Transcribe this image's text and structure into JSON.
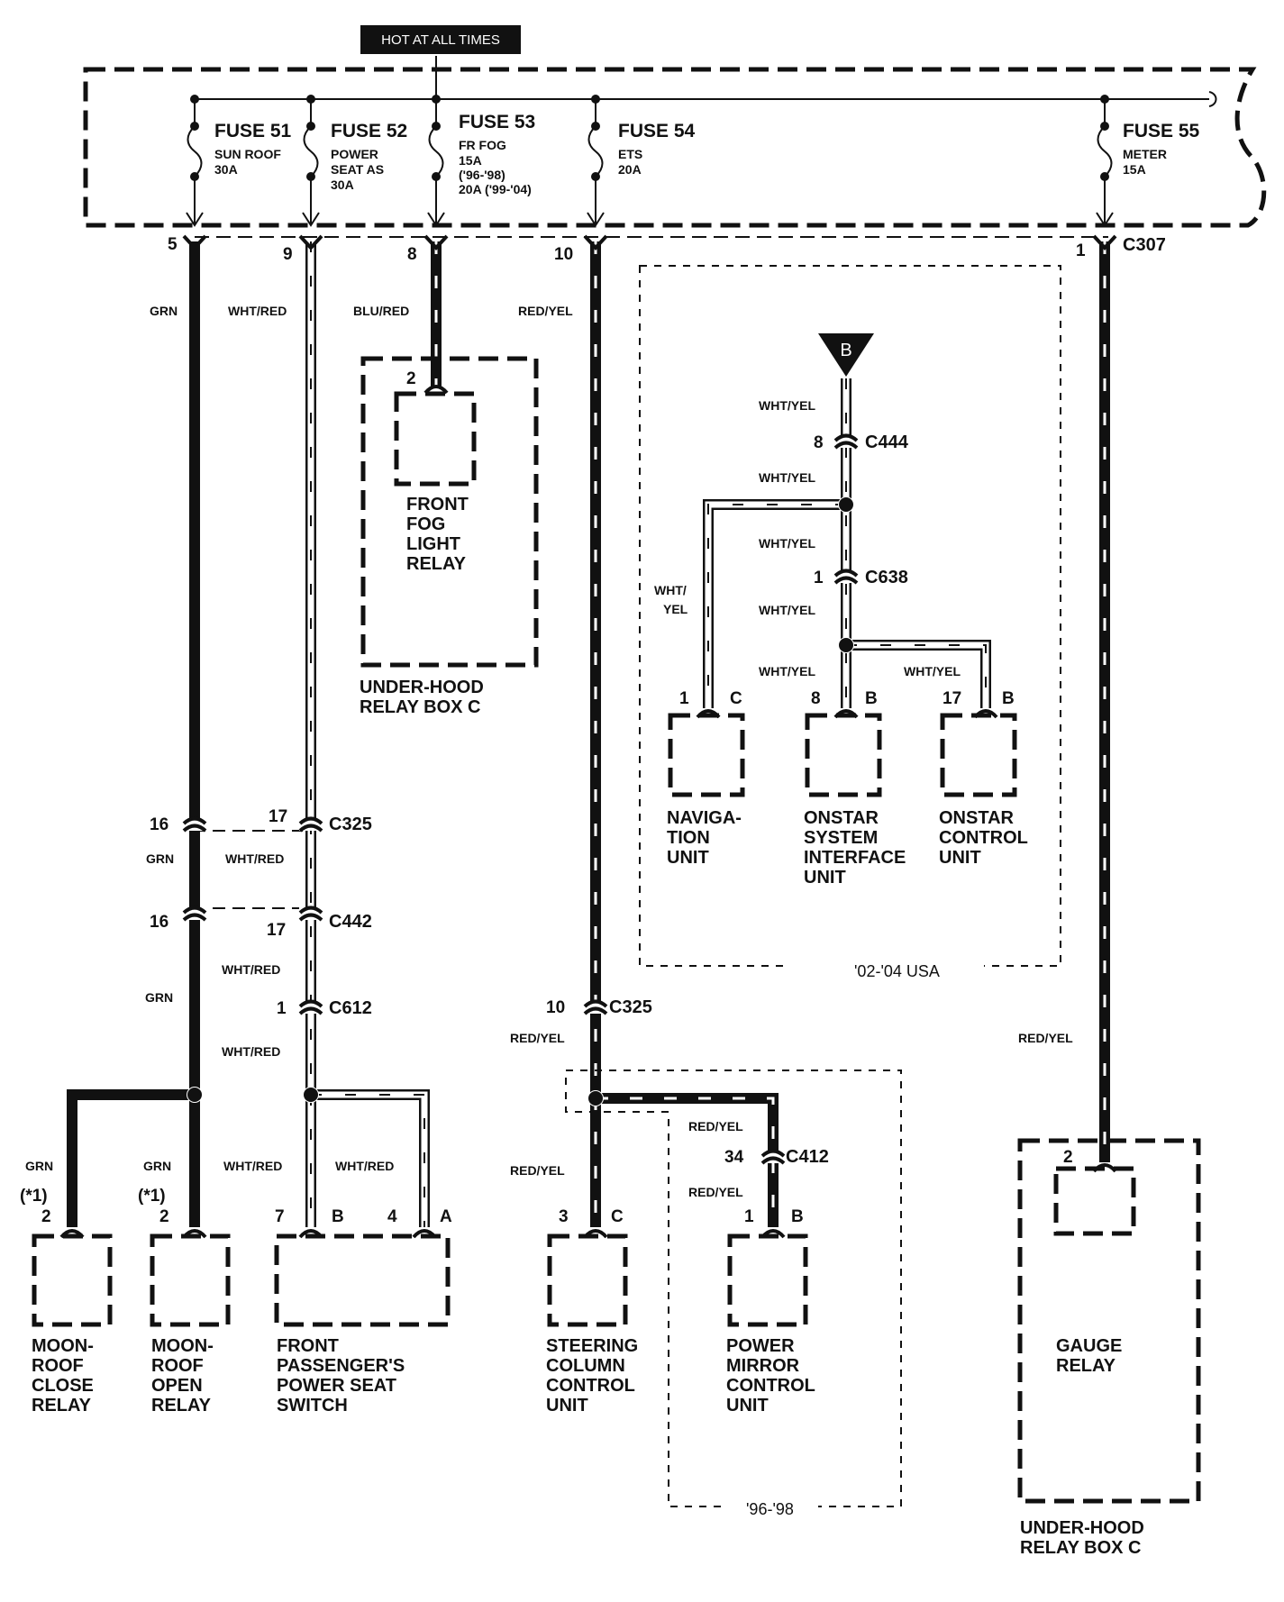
{
  "header": {
    "hot_label": "HOT AT ALL TIMES"
  },
  "fuses": [
    {
      "name": "FUSE 51",
      "desc": [
        "SUN ROOF",
        "30A"
      ]
    },
    {
      "name": "FUSE 52",
      "desc": [
        "POWER",
        "SEAT AS",
        "30A"
      ]
    },
    {
      "name": "FUSE 53",
      "desc": [
        "FR FOG",
        "15A",
        "('96-'98)",
        "20A ('99-'04)"
      ]
    },
    {
      "name": "FUSE 54",
      "desc": [
        "ETS",
        "20A"
      ]
    },
    {
      "name": "FUSE 55",
      "desc": [
        "METER",
        "15A"
      ]
    }
  ],
  "fuse_box_connector": {
    "name": "C307",
    "pins": [
      "5",
      "9",
      "8",
      "10",
      "1"
    ]
  },
  "wires": {
    "grn": "GRN",
    "wht_red": "WHT/RED",
    "blu_red": "BLU/RED",
    "red_yel": "RED/YEL",
    "wht_yel": "WHT/YEL",
    "wht_yel_split": [
      "WHT/",
      "YEL"
    ]
  },
  "connectors": {
    "c325_grn_pin": "16",
    "c325_wr_pin": "17",
    "c325": "C325",
    "c442_grn_pin": "16",
    "c442_wr_pin": "17",
    "c442": "C442",
    "c612_pin": "1",
    "c612": "C612",
    "c325_ry_pin": "10",
    "c412_pin": "34",
    "c412": "C412",
    "c444_pin": "8",
    "c444": "C444",
    "c638_pin": "1",
    "c638": "C638"
  },
  "ground_ref": {
    "letter": "B"
  },
  "components": {
    "fog_relay": {
      "pin": "2",
      "label": [
        "FRONT",
        "FOG",
        "LIGHT",
        "RELAY"
      ],
      "box": [
        "UNDER-HOOD",
        "RELAY BOX C"
      ]
    },
    "moonroof_close": {
      "note": "(*1)",
      "pin": "2",
      "label": [
        "MOON-",
        "ROOF",
        "CLOSE",
        "RELAY"
      ]
    },
    "moonroof_open": {
      "note": "(*1)",
      "pin": "2",
      "label": [
        "MOON-",
        "ROOF",
        "OPEN",
        "RELAY"
      ]
    },
    "seat_switch": {
      "pin1": "7",
      "conn1": "B",
      "pin2": "4",
      "conn2": "A",
      "label": [
        "FRONT",
        "PASSENGER'S",
        "POWER SEAT",
        "SWITCH"
      ]
    },
    "steering_unit": {
      "pin": "3",
      "conn": "C",
      "label": [
        "STEERING",
        "COLUMN",
        "CONTROL",
        "UNIT"
      ]
    },
    "mirror_unit": {
      "pin": "1",
      "conn": "B",
      "label": [
        "POWER",
        "MIRROR",
        "CONTROL",
        "UNIT"
      ]
    },
    "nav_unit": {
      "pin": "1",
      "conn": "C",
      "label": [
        "NAVIGA-",
        "TION",
        "UNIT"
      ]
    },
    "onstar_interface": {
      "pin": "8",
      "conn": "B",
      "label": [
        "ONSTAR",
        "SYSTEM",
        "INTERFACE",
        "UNIT"
      ]
    },
    "onstar_control": {
      "pin": "17",
      "conn": "B",
      "label": [
        "ONSTAR",
        "CONTROL",
        "UNIT"
      ]
    },
    "gauge_relay": {
      "pin": "2",
      "label": [
        "GAUGE",
        "RELAY"
      ],
      "box": [
        "UNDER-HOOD",
        "RELAY BOX C"
      ]
    }
  },
  "region_labels": {
    "onstar_region": "'02-'04 USA",
    "mirror_region": "'96-'98"
  }
}
